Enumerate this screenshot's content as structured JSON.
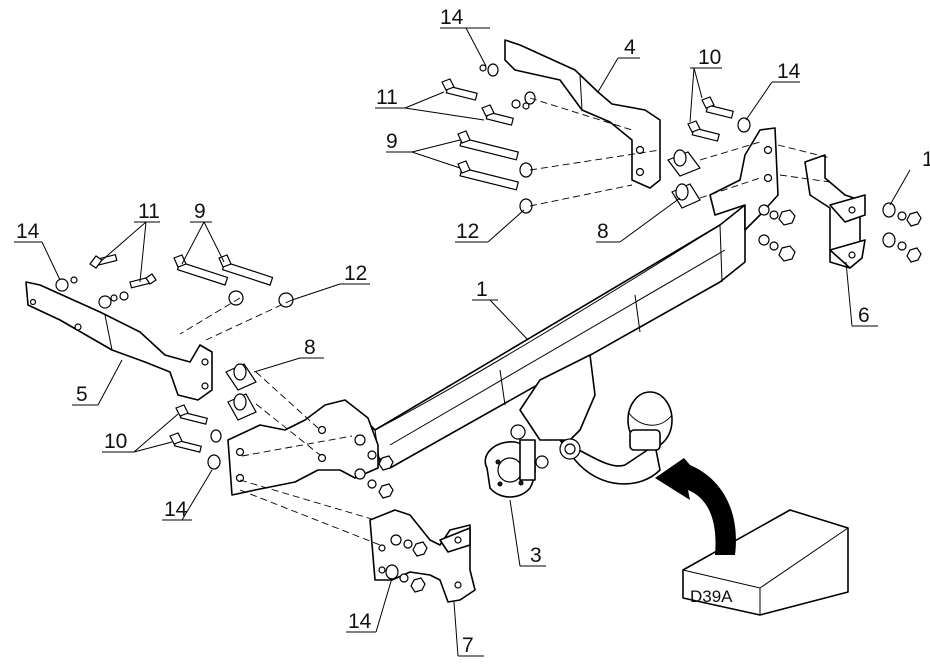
{
  "labels": {
    "p1": "1",
    "p3": "3",
    "p4": "4",
    "p5": "5",
    "p6": "6",
    "p7": "7",
    "p8a": "8",
    "p8b": "8",
    "p9a": "9",
    "p9b": "9",
    "p10a": "10",
    "p10b": "10",
    "p11a": "11",
    "p11b": "11",
    "p12a": "12",
    "p12b": "12",
    "p14a": "14",
    "p14b": "14",
    "p14c": "14",
    "p14d": "14",
    "p14e": "14",
    "p1x": "1"
  },
  "box_code": "D39A"
}
